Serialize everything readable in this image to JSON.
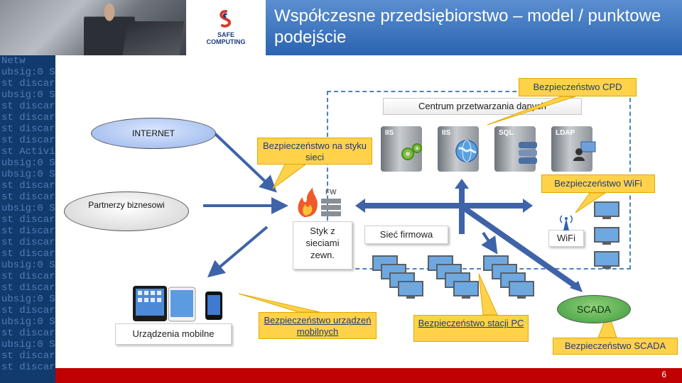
{
  "header": {
    "title": "Współczesne przedsiębiorstwo – model / punktowe podejście",
    "logo_text_line1": "SAFE",
    "logo_text_line2": "COMPUTING"
  },
  "left_strip": {
    "lines": [
      "Netw",
      "ubsig:0 S",
      "st discar",
      "ubsig:0 S",
      "st discar",
      "st discar",
      "st discar",
      "st discar",
      "st Activity",
      "ubsig:0 S",
      "ubsig:0 S",
      "st discar",
      "st discar",
      "ubsig:0 S",
      "st discar",
      "st discar",
      "st discar",
      "st discar",
      "ubsig:0 S",
      "st discar",
      "st discar",
      "ubsig:0 S",
      "st discar",
      "ubsig:0 S",
      "st discar",
      "ubsig:0 S",
      "st discar",
      "st discar"
    ]
  },
  "diagram": {
    "data_center_label": "Centrum przetwarzania danych",
    "servers": [
      {
        "label": "IIS",
        "icon": "gears-icon"
      },
      {
        "label": "IIS",
        "icon": "globe-icon"
      },
      {
        "label": "SQL",
        "icon": "database-icon"
      },
      {
        "label": "LDAP",
        "icon": "user-directory-icon"
      }
    ],
    "internet": "INTERNET",
    "partners": "Partnerzy biznesowi",
    "firewall_label": "FW",
    "styk_label": "Styk z sieciami zewn.",
    "siec_label": "Sieć firmowa",
    "wifi_label": "WiFi",
    "scada_label": "SCADA",
    "mobile_label": "Urządzenia mobilne",
    "callouts": {
      "styk": "Bezpieczeństwo na styku sieci",
      "cpd": "Bezpieczeństwo CPD",
      "wifi": "Bezpieczeństwo WiFi",
      "mobile": "Bezpieczeństwo urządzeń mobilnych",
      "stacje": "Bezpieczeństwo stacji PC",
      "scada": "Bezpieczeństwo  SCADA"
    }
  },
  "footer": {
    "page_number": "6"
  },
  "colors": {
    "title_bar": "#2c63b0",
    "left_strip": "#123a6c",
    "bottom_bar": "#c00000",
    "arrow": "#3e63a8",
    "callout": "#ffd24a",
    "dashed": "#4f81bd"
  }
}
